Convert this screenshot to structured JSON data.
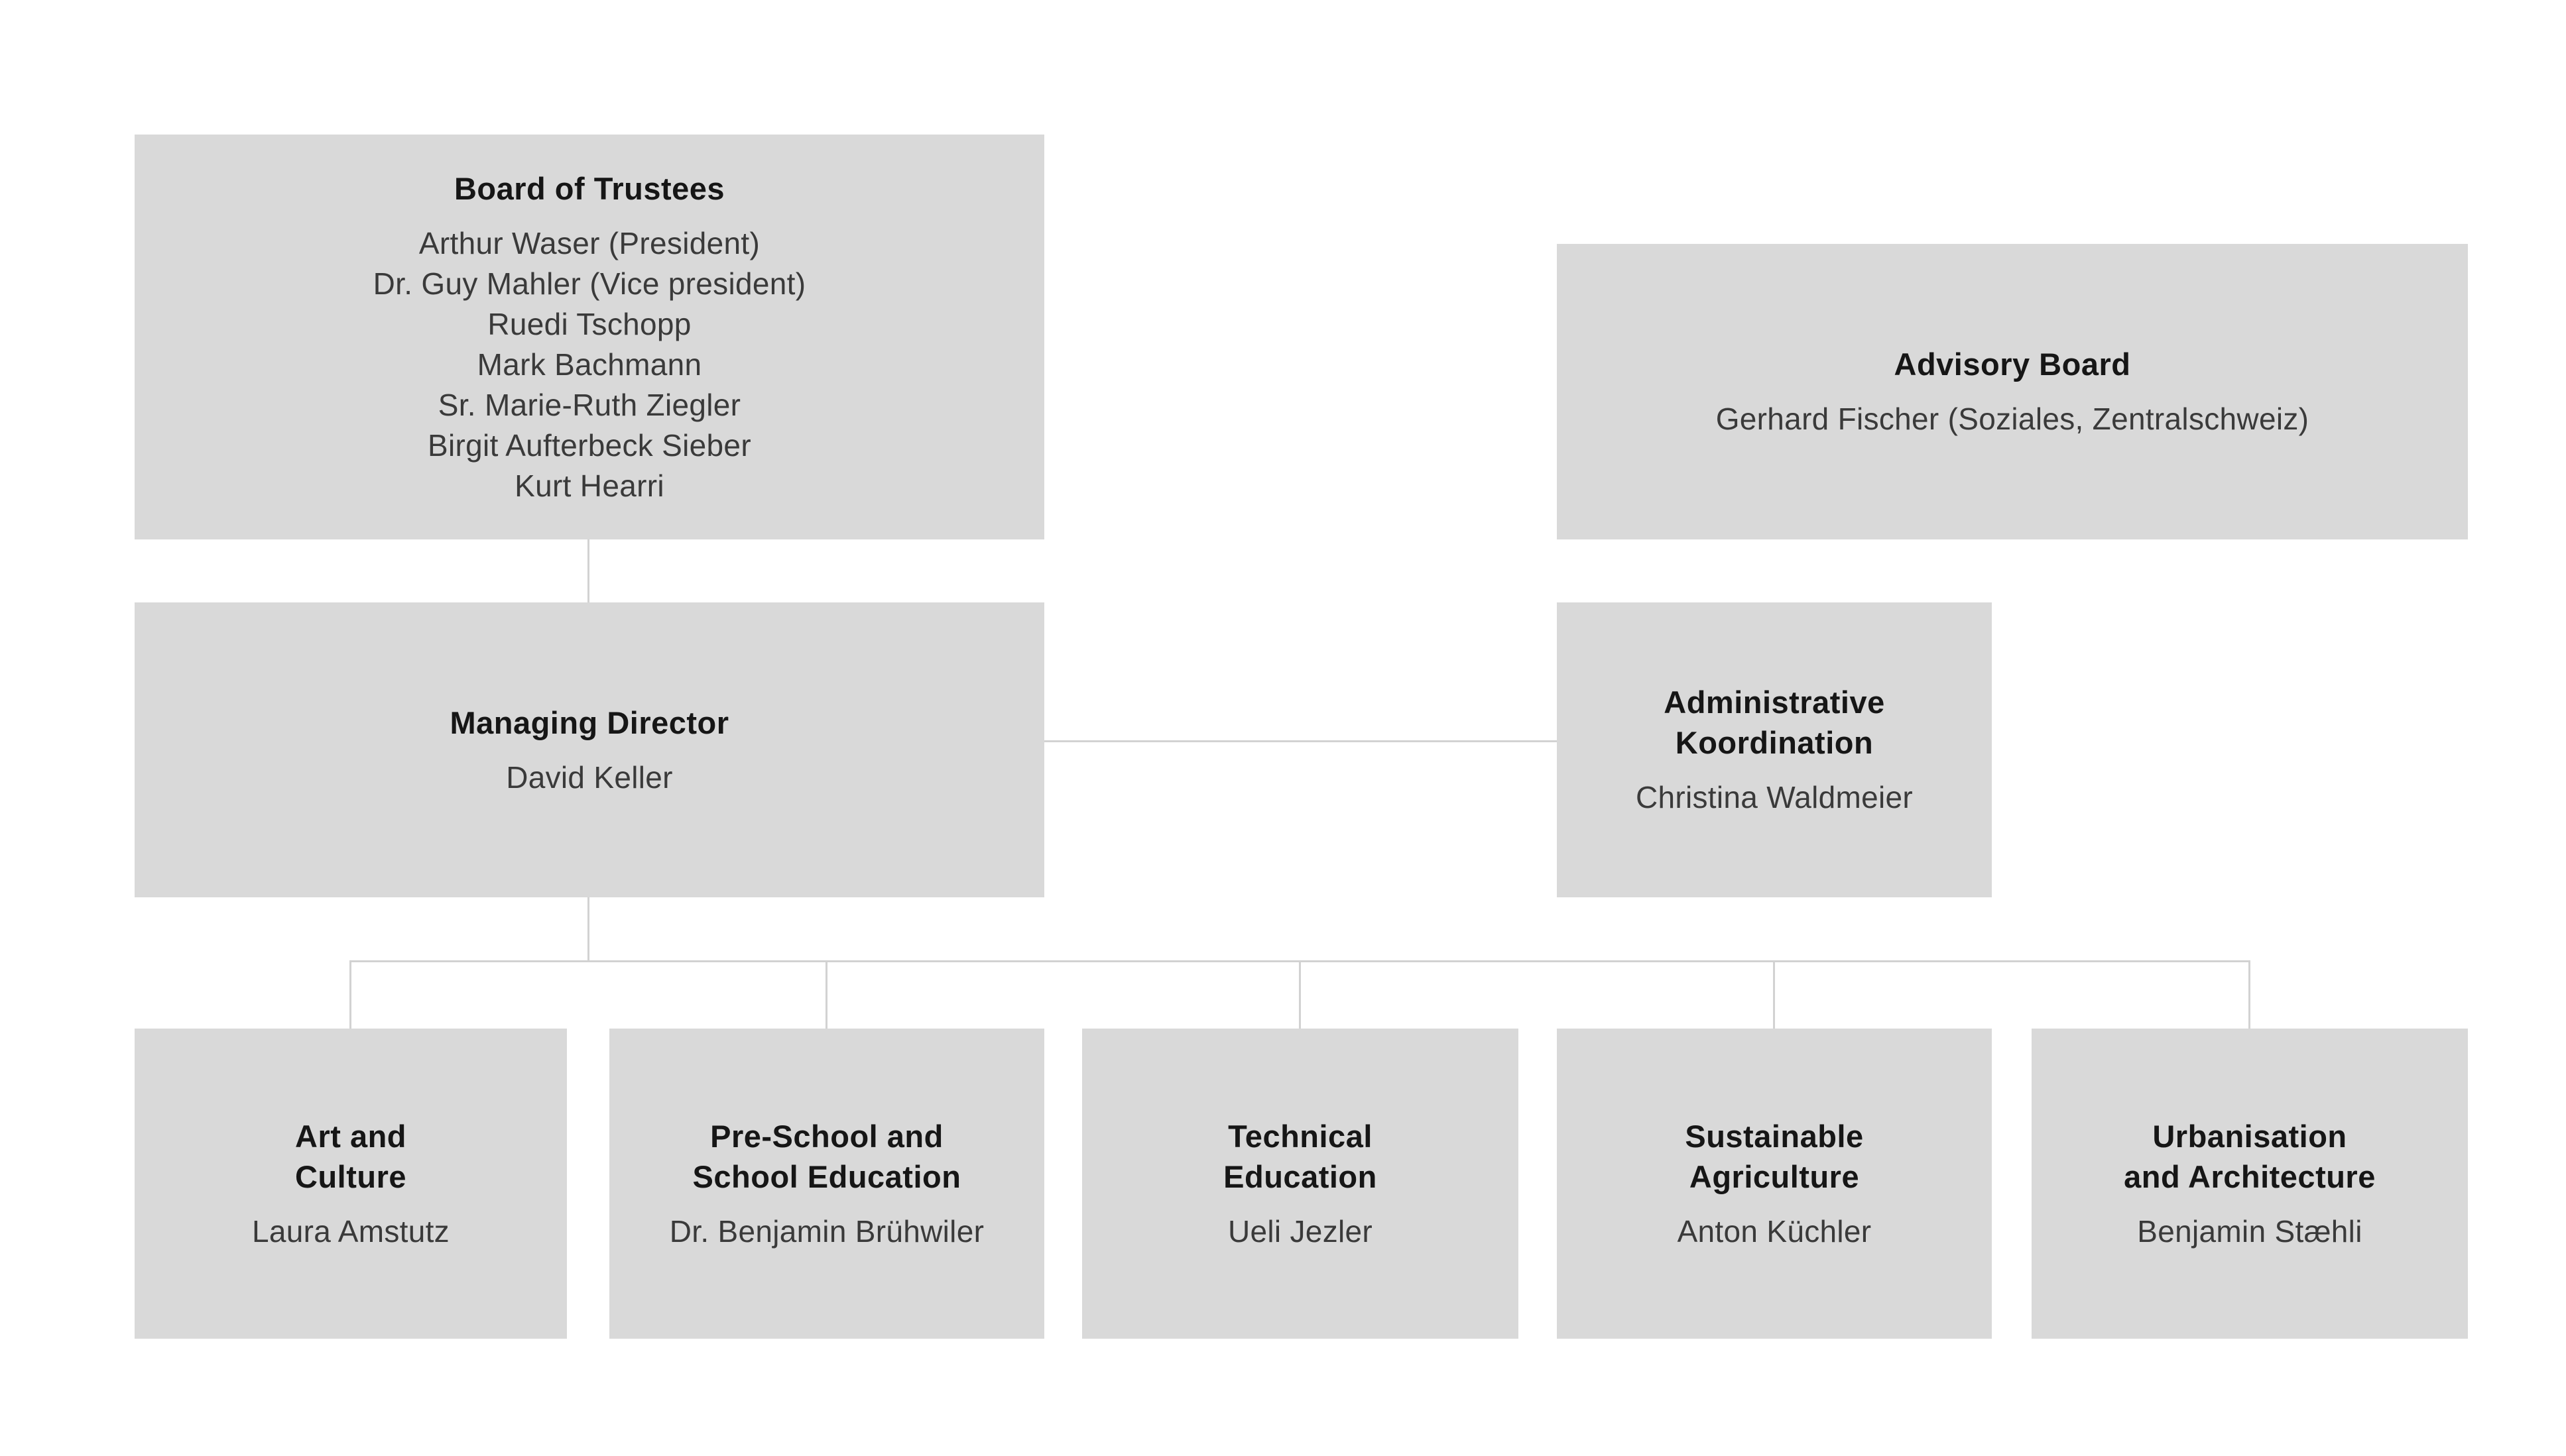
{
  "palette": {
    "box_fill": "#d9d9d9",
    "connector": "#d2d2d2",
    "title_color": "#161616",
    "name_color": "#3a3a3a",
    "page_background": "#ffffff"
  },
  "nodes": {
    "board": {
      "title": "Board of Trustees",
      "members": [
        "Arthur Waser (President)",
        "Dr. Guy Mahler (Vice president)",
        "Ruedi Tschopp",
        "Mark Bachmann",
        "Sr. Marie-Ruth Ziegler",
        "Birgit Aufterbeck Sieber",
        "Kurt Hearri"
      ]
    },
    "advisory": {
      "title": "Advisory Board",
      "member": "Gerhard Fischer (Soziales, Zentralschweiz)"
    },
    "managing_director": {
      "title": "Managing Director",
      "member": "David Keller"
    },
    "admin_koordination": {
      "title_lines": [
        "Administrative",
        "Koordination"
      ],
      "member": "Christina Waldmeier"
    },
    "departments": [
      {
        "title_lines": [
          "Art and",
          "Culture"
        ],
        "member": "Laura Amstutz"
      },
      {
        "title_lines": [
          "Pre-School and",
          "School Education"
        ],
        "member": "Dr. Benjamin Brühwiler"
      },
      {
        "title_lines": [
          "Technical",
          "Education"
        ],
        "member": "Ueli Jezler"
      },
      {
        "title_lines": [
          "Sustainable",
          "Agriculture"
        ],
        "member": "Anton Küchler"
      },
      {
        "title_lines": [
          "Urbanisation",
          "and Architecture"
        ],
        "member": "Benjamin Stæhli"
      }
    ]
  }
}
